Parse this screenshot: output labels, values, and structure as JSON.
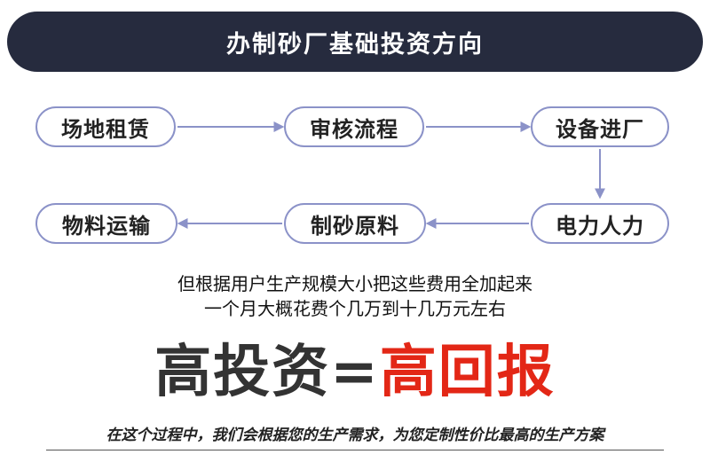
{
  "title": "办制砂厂基础投资方向",
  "flow": {
    "nodes": [
      "场地租赁",
      "审核流程",
      "设备进厂",
      "电力人力",
      "制砂原料",
      "物料运输"
    ]
  },
  "description": [
    "但根据用户生产规模大小把这些费用全加起来",
    "一个月大概花费个几万到十几万元左右"
  ],
  "slogan": {
    "left": "高投资=",
    "right": "高回报"
  },
  "footer": "在这个过程中，我们会根据您的生产需求，为您定制性价比最高的生产方案",
  "colors": {
    "title_bg": "#262b3e",
    "node_border": "#8b92c8",
    "arrow": "#8b92c8",
    "accent_red": "#e32716"
  }
}
